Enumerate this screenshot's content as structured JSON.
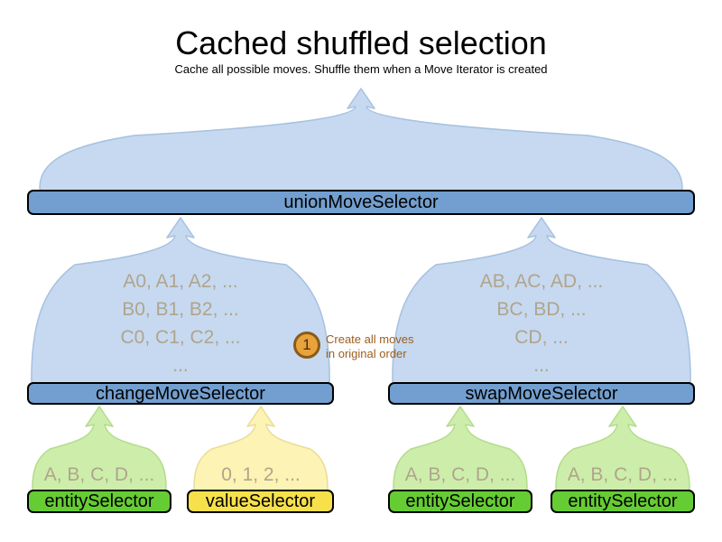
{
  "title": "Cached shuffled selection",
  "subtitle": "Cache all possible moves. Shuffle them when a Move Iterator is created",
  "selectors": {
    "union": "unionMoveSelector",
    "change": "changeMoveSelector",
    "swap": "swapMoveSelector",
    "entity1": "entitySelector",
    "value": "valueSelector",
    "entity2": "entitySelector",
    "entity3": "entitySelector"
  },
  "funnel_contents": {
    "change_moves": [
      "A0, A1, A2, ...",
      "B0, B1, B2, ...",
      "C0, C1, C2, ...",
      "..."
    ],
    "swap_moves": [
      "AB, AC, AD, ...",
      "BC, BD, ...",
      "CD, ...",
      "..."
    ],
    "entities": "A, B, C, D, ...",
    "values": "0, 1, 2, ..."
  },
  "annotation": {
    "number": "1",
    "line1": "Create all moves",
    "line2": "in original order"
  },
  "colors": {
    "bar_blue": "#729fcf",
    "funnel_blue": "#c6d9f0",
    "funnel_blue_border": "#a6c1e0",
    "bar_green": "#66cc33",
    "funnel_green": "#cdeeab",
    "funnel_green_border": "#b3dc8b",
    "bar_yellow": "#f6e14b",
    "funnel_yellow": "#fdf3b4",
    "funnel_yellow_border": "#e9dc96",
    "list_text": "#b0a48c",
    "annotation_fill": "#e8a33d",
    "annotation_border": "#8a5a19",
    "annotation_number": "#4a2f0b",
    "annotation_text": "#9c5e1e",
    "bar_text": "#000000"
  }
}
